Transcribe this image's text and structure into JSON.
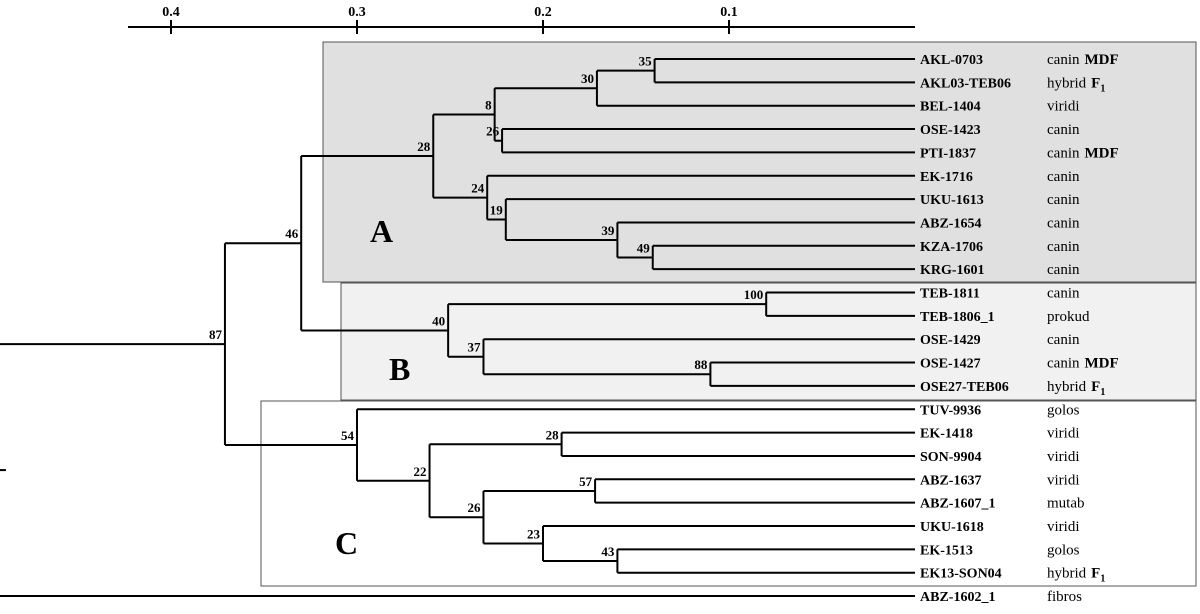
{
  "axis": {
    "ticks": [
      {
        "value": 0.4,
        "label": "0.4"
      },
      {
        "value": 0.3,
        "label": "0.3"
      },
      {
        "value": 0.2,
        "label": "0.2"
      },
      {
        "value": 0.1,
        "label": "0.1"
      }
    ]
  },
  "clades": [
    {
      "label": "A",
      "fill": "#e0e0e0"
    },
    {
      "label": "B",
      "fill": "#f1f1f1"
    },
    {
      "label": "C",
      "fill": "#ffffff"
    }
  ],
  "taxa": [
    {
      "name": "AKL-0703",
      "group": "canin",
      "group_bold": "MDF",
      "subscript": ""
    },
    {
      "name": "AKL03-TEB06",
      "group": "hybrid",
      "group_bold": "F",
      "subscript": "1"
    },
    {
      "name": "BEL-1404",
      "group": "viridi",
      "group_bold": "",
      "subscript": ""
    },
    {
      "name": "OSE-1423",
      "group": "canin",
      "group_bold": "",
      "subscript": ""
    },
    {
      "name": "PTI-1837",
      "group": "canin",
      "group_bold": "MDF",
      "subscript": ""
    },
    {
      "name": "EK-1716",
      "group": "canin",
      "group_bold": "",
      "subscript": ""
    },
    {
      "name": "UKU-1613",
      "group": "canin",
      "group_bold": "",
      "subscript": ""
    },
    {
      "name": "ABZ-1654",
      "group": "canin",
      "group_bold": "",
      "subscript": ""
    },
    {
      "name": "KZA-1706",
      "group": "canin",
      "group_bold": "",
      "subscript": ""
    },
    {
      "name": "KRG-1601",
      "group": "canin",
      "group_bold": "",
      "subscript": ""
    },
    {
      "name": "TEB-1811",
      "group": "canin",
      "group_bold": "",
      "subscript": ""
    },
    {
      "name": "TEB-1806_1",
      "group": "prokud",
      "group_bold": "",
      "subscript": ""
    },
    {
      "name": "OSE-1429",
      "group": "canin",
      "group_bold": "",
      "subscript": ""
    },
    {
      "name": "OSE-1427",
      "group": "canin",
      "group_bold": "MDF",
      "subscript": ""
    },
    {
      "name": "OSE27-TEB06",
      "group": "hybrid",
      "group_bold": "F",
      "subscript": "1"
    },
    {
      "name": "TUV-9936",
      "group": "golos",
      "group_bold": "",
      "subscript": ""
    },
    {
      "name": "EK-1418",
      "group": "viridi",
      "group_bold": "",
      "subscript": ""
    },
    {
      "name": "SON-9904",
      "group": "viridi",
      "group_bold": "",
      "subscript": ""
    },
    {
      "name": "ABZ-1637",
      "group": "viridi",
      "group_bold": "",
      "subscript": ""
    },
    {
      "name": "ABZ-1607_1",
      "group": "mutab",
      "group_bold": "",
      "subscript": ""
    },
    {
      "name": "UKU-1618",
      "group": "viridi",
      "group_bold": "",
      "subscript": ""
    },
    {
      "name": "EK-1513",
      "group": "golos",
      "group_bold": "",
      "subscript": ""
    },
    {
      "name": "EK13-SON04",
      "group": "hybrid",
      "group_bold": "F",
      "subscript": "1"
    },
    {
      "name": "ABZ-1602_1",
      "group": "fibros",
      "group_bold": "",
      "subscript": ""
    }
  ],
  "nodes": [
    {
      "id": "n35",
      "support": "35",
      "x": 0.14,
      "children": [
        0,
        1
      ]
    },
    {
      "id": "n30",
      "support": "30",
      "x": 0.171,
      "children": [
        "n35",
        2
      ]
    },
    {
      "id": "n26a",
      "support": "26",
      "x": 0.222,
      "children": [
        3,
        4
      ]
    },
    {
      "id": "n8",
      "support": "8",
      "x": 0.226,
      "children": [
        "n30",
        "n26a"
      ]
    },
    {
      "id": "n49",
      "support": "49",
      "x": 0.141,
      "children": [
        8,
        9
      ]
    },
    {
      "id": "n39",
      "support": "39",
      "x": 0.16,
      "children": [
        7,
        "n49"
      ]
    },
    {
      "id": "n19",
      "support": "19",
      "x": 0.22,
      "children": [
        6,
        "n39"
      ]
    },
    {
      "id": "n24",
      "support": "24",
      "x": 0.23,
      "children": [
        5,
        "n19"
      ]
    },
    {
      "id": "n28a",
      "support": "28",
      "x": 0.259,
      "children": [
        "n8",
        "n24"
      ]
    },
    {
      "id": "n100",
      "support": "100",
      "x": 0.08,
      "children": [
        10,
        11
      ]
    },
    {
      "id": "n88",
      "support": "88",
      "x": 0.11,
      "children": [
        13,
        14
      ]
    },
    {
      "id": "n37",
      "support": "37",
      "x": 0.232,
      "children": [
        12,
        "n88"
      ]
    },
    {
      "id": "n40",
      "support": "40",
      "x": 0.251,
      "children": [
        "n100",
        "n37"
      ]
    },
    {
      "id": "n46",
      "support": "46",
      "x": 0.33,
      "children": [
        "n28a",
        "n40"
      ]
    },
    {
      "id": "n28c",
      "support": "28",
      "x": 0.19,
      "children": [
        16,
        17
      ]
    },
    {
      "id": "n57",
      "support": "57",
      "x": 0.172,
      "children": [
        18,
        19
      ]
    },
    {
      "id": "n43",
      "support": "43",
      "x": 0.16,
      "children": [
        21,
        22
      ]
    },
    {
      "id": "n23",
      "support": "23",
      "x": 0.2,
      "children": [
        20,
        "n43"
      ]
    },
    {
      "id": "n26c",
      "support": "26",
      "x": 0.232,
      "children": [
        "n57",
        "n23"
      ]
    },
    {
      "id": "n22",
      "support": "22",
      "x": 0.261,
      "children": [
        "n28c",
        "n26c"
      ]
    },
    {
      "id": "n54",
      "support": "54",
      "x": 0.3,
      "children": [
        15,
        "n22"
      ]
    },
    {
      "id": "n87",
      "support": "87",
      "x": 0.371,
      "children": [
        "n46",
        "n54"
      ]
    },
    {
      "id": "root",
      "support": "",
      "x": 0.495,
      "children": [
        "n87",
        23
      ]
    }
  ]
}
